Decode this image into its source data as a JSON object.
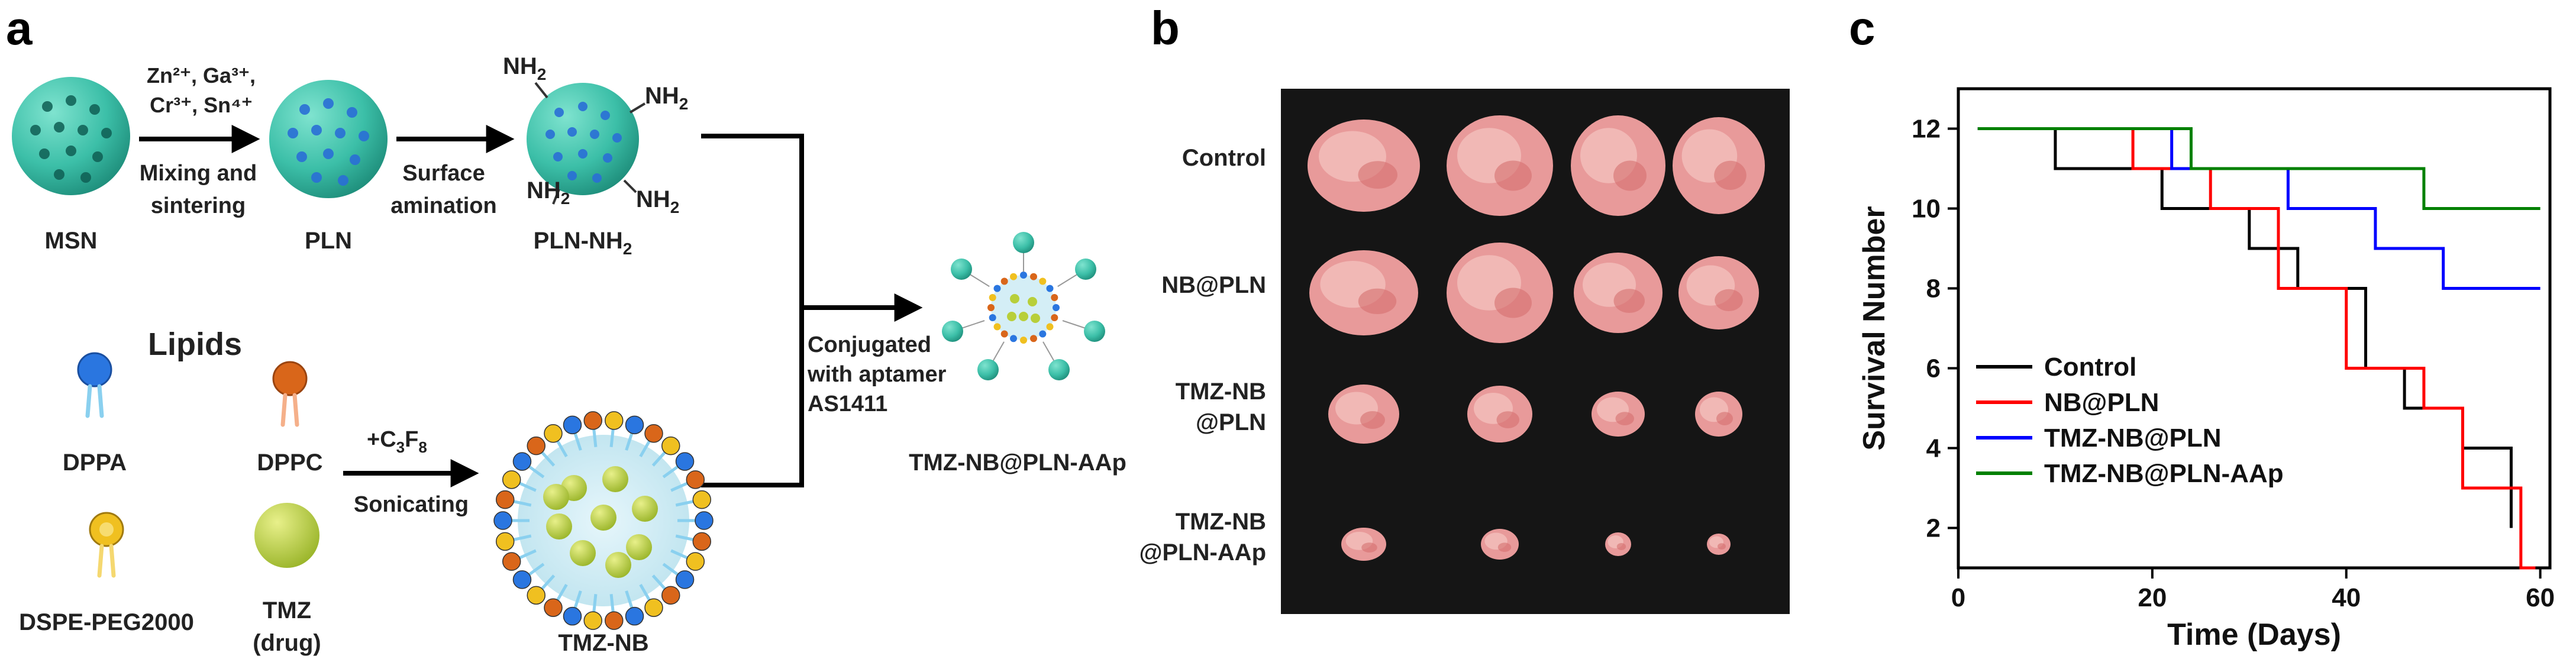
{
  "panels": {
    "a": "a",
    "b": "b",
    "c": "c"
  },
  "panel_a": {
    "ions_line1": "Zn²⁺, Ga³⁺,",
    "ions_line2": "Cr³⁺, Sn⁴⁺",
    "step1_line1": "Mixing and",
    "step1_line2": "sintering",
    "step2_line1": "Surface",
    "step2_line2": "amination",
    "msn": "MSN",
    "pln": "PLN",
    "pln_nh2": "PLN-NH",
    "pln_nh2_sub": "2",
    "nh2": "NH",
    "nh2_sub": "2",
    "lipids_title": "Lipids",
    "dppa": "DPPA",
    "dppc": "DPPC",
    "dspe": "DSPE-PEG2000",
    "tmz_line1": "TMZ",
    "tmz_line2": "(drug)",
    "gas": "+C",
    "gas_sub1": "3",
    "gas_mid": "F",
    "gas_sub2": "8",
    "sonicating": "Sonicating",
    "tmz_nb": "TMZ-NB",
    "conj_line1": "Conjugated",
    "conj_line2": "with aptamer",
    "conj_line3": "AS1411",
    "product": "TMZ-NB@PLN-AAp",
    "colors": {
      "sphere": "#3cbfa8",
      "dppa": "#2a76e0",
      "dppc": "#d9661a",
      "dspe": "#f0c020",
      "tmz": "#b8cf3a"
    }
  },
  "panel_b": {
    "rows": [
      "Control",
      "NB@PLN",
      "TMZ-NB\n@PLN",
      "TMZ-NB\n@PLN-AAp"
    ]
  },
  "chart_data": {
    "type": "line",
    "step": true,
    "title": "",
    "xlabel": "Time (Days)",
    "ylabel": "Survival Number",
    "xlim": [
      0,
      61
    ],
    "ylim": [
      1,
      13
    ],
    "xticks": [
      0,
      20,
      40,
      60
    ],
    "yticks": [
      2,
      4,
      6,
      8,
      10,
      12
    ],
    "legend": "bottom-left",
    "series": [
      {
        "name": "Control",
        "color": "#000000",
        "x": [
          2,
          10,
          21,
          30,
          35,
          42,
          46,
          52,
          57
        ],
        "y": [
          12,
          11,
          10,
          9,
          8,
          6,
          5,
          4,
          2
        ]
      },
      {
        "name": "NB@PLN",
        "color": "#ff0000",
        "x": [
          2,
          18,
          26,
          33,
          40,
          48,
          52,
          58,
          59.5
        ],
        "y": [
          12,
          11,
          10,
          8,
          6,
          5,
          3,
          1,
          1
        ]
      },
      {
        "name": "TMZ-NB@PLN",
        "color": "#0000ff",
        "x": [
          2,
          22,
          34,
          43,
          50,
          60
        ],
        "y": [
          12,
          11,
          10,
          9,
          8,
          8
        ]
      },
      {
        "name": "TMZ-NB@PLN-AAp",
        "color": "#008000",
        "x": [
          2,
          24,
          48,
          60
        ],
        "y": [
          12,
          11,
          10,
          10
        ]
      }
    ]
  }
}
